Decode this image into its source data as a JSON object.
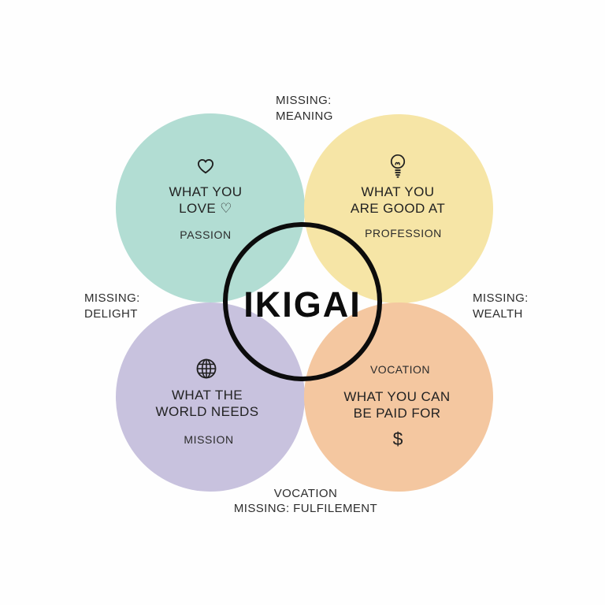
{
  "diagram": {
    "title": "IKIGAI",
    "ring_color": "#0c0c0c",
    "background": "#fefefe",
    "text_color": "#262626"
  },
  "circles": {
    "love": {
      "color": "#b2ddd3",
      "icon": "heart-icon",
      "lines": [
        "WHAT YOU",
        "LOVE ♡"
      ],
      "sublabel": "PASSION"
    },
    "good_at": {
      "color": "#f6e5a6",
      "icon": "lightbulb-icon",
      "lines": [
        "WHAT YOU",
        "ARE GOOD AT"
      ],
      "sublabel": "PROFESSION"
    },
    "world_needs": {
      "color": "#c8c2de",
      "icon": "globe-icon",
      "lines": [
        "WHAT THE",
        "WORLD NEEDS"
      ],
      "sublabel": "MISSION"
    },
    "paid_for": {
      "color": "#f4c7a0",
      "icon": "dollar-symbol",
      "top_label": "VOCATION",
      "lines": [
        "WHAT YOU CAN",
        "BE PAID FOR"
      ],
      "sublabel": "$"
    }
  },
  "outer_labels": {
    "top": [
      "MISSING:",
      "MEANING"
    ],
    "left": [
      "MISSING:",
      "DELIGHT"
    ],
    "right": [
      "MISSING:",
      "WEALTH"
    ],
    "bottom": [
      "VOCATION",
      "MISSING: FULFILEMENT"
    ]
  }
}
